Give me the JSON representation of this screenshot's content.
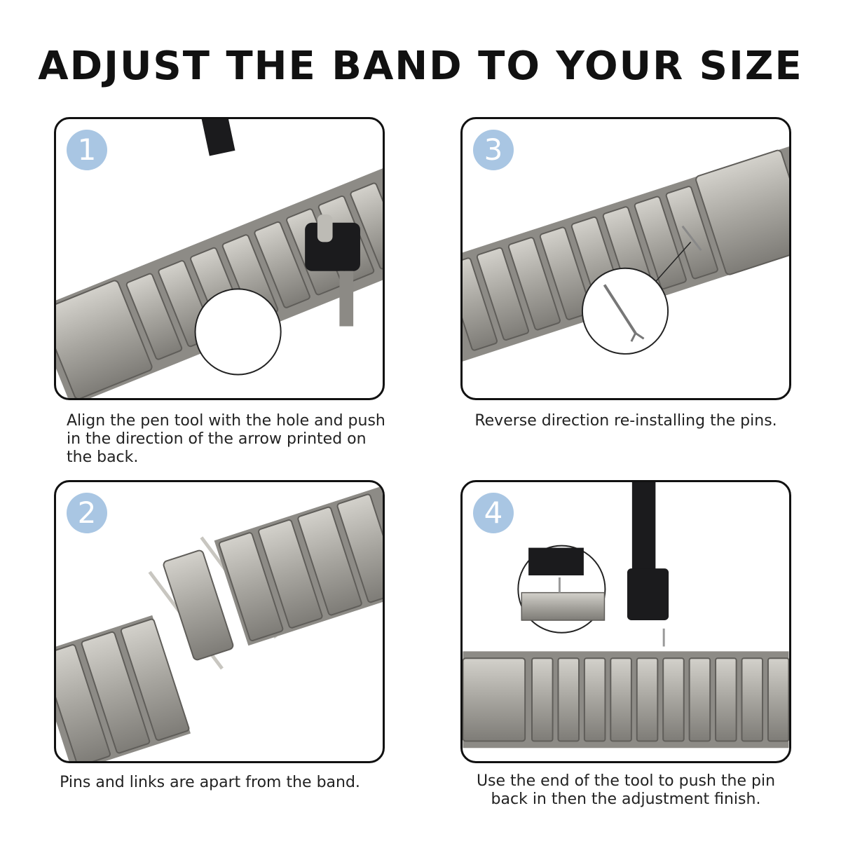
{
  "title": "ADJUST THE BAND TO YOUR SIZE",
  "colors": {
    "badge": "#a9c6e3",
    "metal": "#9c9a94",
    "metal_light": "#c9c7c1",
    "metal_dark": "#6f6d68",
    "tool": "#1b1b1d",
    "border": "#111111"
  },
  "steps": [
    {
      "number": "1",
      "caption": "Align the pen tool with the hole and push in the direction of the arrow printed on the back."
    },
    {
      "number": "2",
      "caption": "Pins and links are apart from the band."
    },
    {
      "number": "3",
      "caption": "Reverse direction re-installing the pins."
    },
    {
      "number": "4",
      "caption": "Use the end of the tool to push the pin back in then the adjustment finish."
    }
  ]
}
